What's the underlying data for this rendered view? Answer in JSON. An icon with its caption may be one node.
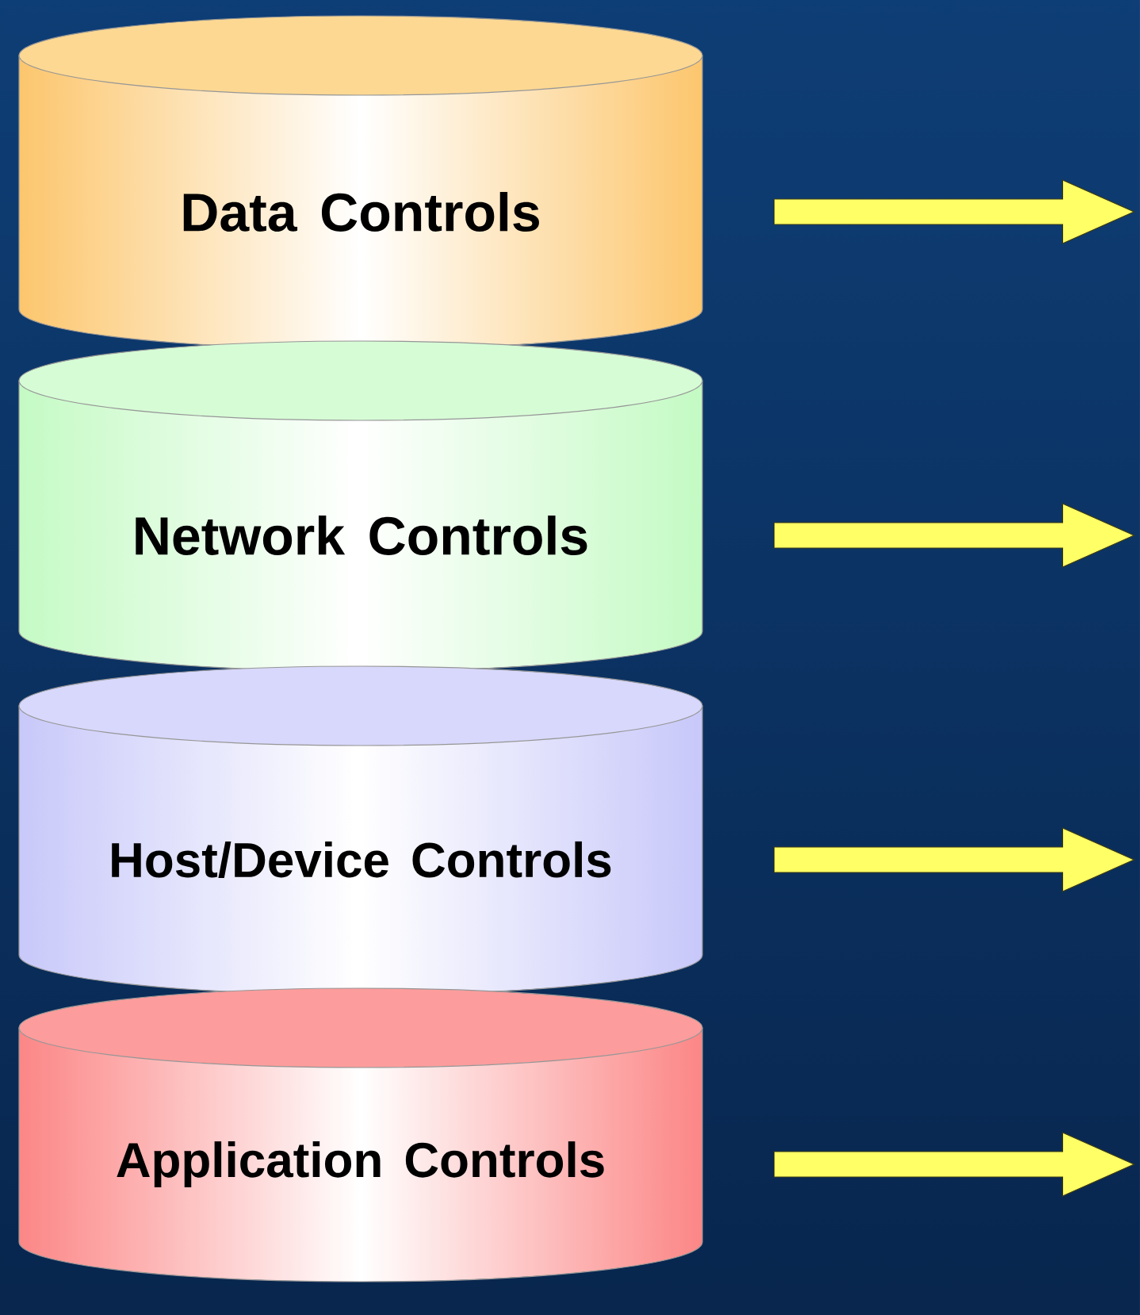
{
  "diagram": {
    "nodes": [
      {
        "text": [
          "Data Controls"
        ]
      },
      {
        "text": [
          "Network Controls"
        ]
      },
      {
        "text": [
          "Host/Device Controls"
        ]
      },
      {
        "text": [
          "Application Controls"
        ]
      }
    ]
  }
}
